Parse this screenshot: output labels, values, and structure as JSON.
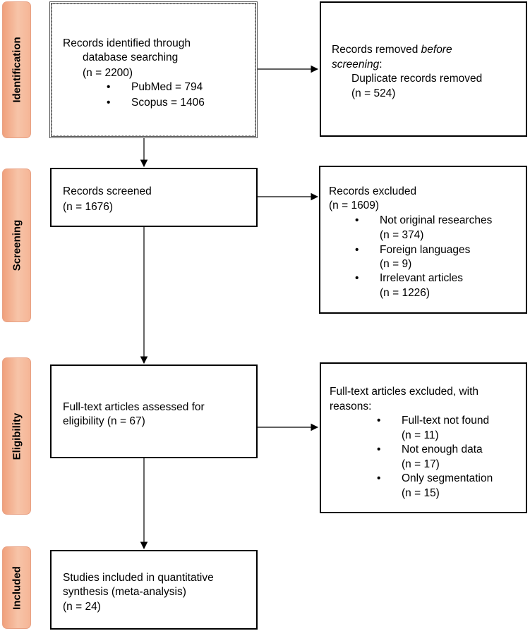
{
  "phases": {
    "identification": "Identification",
    "screening": "Screening",
    "eligibility": "Eligibility",
    "included": "Included"
  },
  "identified": {
    "line1": "Records identified through",
    "line2": "database searching",
    "count": "(n = 2200)",
    "items": [
      "PubMed = 794",
      "Scopus = 1406"
    ]
  },
  "removed": {
    "line1_plain": "Records removed ",
    "line1_italic": "before",
    "line2_italic": "screening",
    "line2_plain": ":",
    "line3": "Duplicate records removed",
    "count": "(n = 524)"
  },
  "screened": {
    "line1": "Records screened",
    "count": "(n = 1676)"
  },
  "excluded": {
    "line1": "Records excluded",
    "count": "(n = 1609)",
    "items": [
      {
        "label": "Not original researches",
        "count": "(n = 374)"
      },
      {
        "label": "Foreign languages",
        "count": "(n = 9)"
      },
      {
        "label": "Irrelevant articles",
        "count": "(n = 1226)"
      }
    ]
  },
  "fulltext": {
    "line1": "Full-text articles assessed for",
    "line2": "eligibility (n = 67)"
  },
  "fulltext_excluded": {
    "line1": "Full-text articles excluded, with",
    "line2": "reasons:",
    "items": [
      {
        "label": "Full-text not found",
        "count": "(n = 11)"
      },
      {
        "label": "Not enough data",
        "count": "(n = 17)"
      },
      {
        "label": "Only segmentation",
        "count": "(n = 15)"
      }
    ]
  },
  "included": {
    "line1": "Studies included in quantitative",
    "line2": "synthesis (meta-analysis)",
    "count": "(n = 24)"
  }
}
